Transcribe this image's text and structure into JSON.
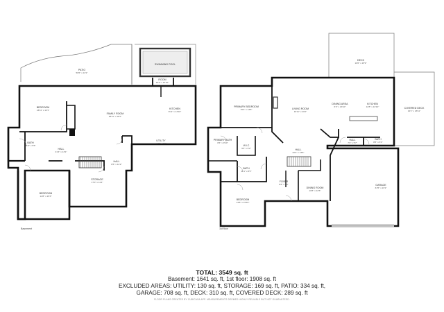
{
  "floors": {
    "basement": {
      "label": "Basement",
      "rooms": {
        "patio": {
          "name": "PATIO",
          "dim": "50'6\" x 13'1\""
        },
        "pool": {
          "name": "SWIMMING POOL",
          "dim": ""
        },
        "room": {
          "name": "ROOM",
          "dim": "16'2\" x 12'10\""
        },
        "bedroom1": {
          "name": "BEDROOM",
          "dim": "13'11\" x 13'1\""
        },
        "family": {
          "name": "FAMILY ROOM",
          "dim": "28'11\" x 18'1\""
        },
        "kitchen": {
          "name": "KITCHEN",
          "dim": "8'11\" x 13'10\""
        },
        "bath": {
          "name": "BATH",
          "dim": "11'6\" x 5'6\""
        },
        "hall": {
          "name": "HALL",
          "dim": "21'4\" x 13'1\""
        },
        "utility": {
          "name": "UTILITY",
          "dim": "16'0\" x 6'4\""
        },
        "hall2": {
          "name": "HALL",
          "dim": "8'6\" x 14'2\""
        },
        "storage": {
          "name": "STORAGE",
          "dim": "17'0\" x 11'4\""
        },
        "bedroom2": {
          "name": "BEDROOM",
          "dim": "14'8\" x 15'3\""
        }
      }
    },
    "first": {
      "label": "1st floor",
      "rooms": {
        "deck": {
          "name": "DECK",
          "dim": "19'6\" x 15'9\""
        },
        "covered_deck": {
          "name": "COVERED DECK",
          "dim": "12'1\" x 23'11\""
        },
        "primary_bedroom": {
          "name": "PRIMARY BEDROOM",
          "dim": "15'4\" x 13'8\""
        },
        "living": {
          "name": "LIVING ROOM",
          "dim": "16'11\" x 20'2\""
        },
        "dining_area": {
          "name": "DINING AREA",
          "dim": "6'2\" x 13'10\""
        },
        "kitchen": {
          "name": "KITCHEN",
          "dim": "12'8\" x 13'10\""
        },
        "primary_bath": {
          "name": "PRIMARY BATH",
          "dim": "8'4\" x 9'10\""
        },
        "wic": {
          "name": "W.I.C",
          "dim": "6'2\" x 6'2\""
        },
        "hall": {
          "name": "HALL",
          "dim": "22'4\" x 13'8\""
        },
        "hall2": {
          "name": "HALL",
          "dim": "7'2\" x 5'7\""
        },
        "bath2": {
          "name": "BATH",
          "dim": "8'6\" x 6'1\""
        },
        "bath": {
          "name": "BATH",
          "dim": "11'1\" x 8'5\""
        },
        "foyer": {
          "name": "FOYER",
          "dim": "8'3\" x 7'6\""
        },
        "dining_room": {
          "name": "DINING ROOM",
          "dim": "10'8\" x 12'5\""
        },
        "garage": {
          "name": "GARAGE",
          "dim": "31'5\" x 23'1\""
        },
        "bedroom": {
          "name": "BEDROOM",
          "dim": "14'8\" x 15'10\""
        }
      }
    }
  },
  "summary": {
    "total": "TOTAL: 3549 sq. ft",
    "line1": "Basement: 1641 sq. ft, 1st floor: 1908 sq. ft",
    "line2": "EXCLUDED AREAS: UTILITY: 130 sq. ft, STORAGE: 169 sq. ft, PATIO: 334 sq. ft,",
    "line3": "GARAGE: 708 sq. ft, DECK: 310 sq. ft, COVERED DECK: 289 sq. ft",
    "disclaimer": "FLOOR PLANS CREATED BY CUBICASA APP. MEASUREMENTS DEEMED HIGHLY RELIABLE BUT NOT GUARANTEED."
  }
}
